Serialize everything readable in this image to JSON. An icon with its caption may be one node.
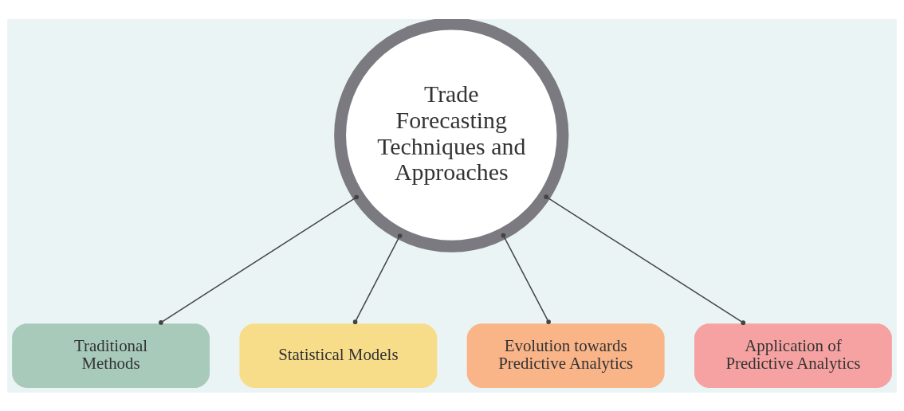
{
  "diagram": {
    "nodes": [
      {
        "text": [
          "Trade Forecasting Techniques and Approaches"
        ]
      },
      {
        "text": [
          "Traditional Methods"
        ]
      },
      {
        "text": [
          "Statistical Models"
        ]
      },
      {
        "text": [
          "Evolution towards Predictive Analytics"
        ]
      },
      {
        "text": [
          "Application of Predictive Analytics"
        ]
      }
    ],
    "edges": [
      {
        "from": 0,
        "to": 1,
        "arrow": "other"
      },
      {
        "from": 0,
        "to": 2,
        "arrow": "other"
      },
      {
        "from": 0,
        "to": 3,
        "arrow": "other"
      },
      {
        "from": 0,
        "to": 4,
        "arrow": "other"
      }
    ]
  }
}
